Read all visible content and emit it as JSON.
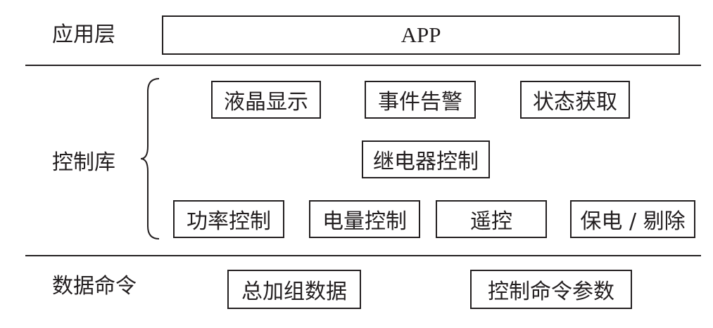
{
  "layers": {
    "app_layer": {
      "label": "应用层",
      "boxes": [
        "APP"
      ]
    },
    "control_library": {
      "label": "控制库",
      "row1": [
        "液晶显示",
        "事件告警",
        "状态获取"
      ],
      "row2": [
        "继电器控制"
      ],
      "row3": [
        "功率控制",
        "电量控制",
        "遥控",
        "保电 / 剔除"
      ]
    },
    "data_commands": {
      "label": "数据命令",
      "boxes": [
        "总加组数据",
        "控制命令参数"
      ]
    }
  },
  "colors": {
    "line": "#231f20",
    "background": "#ffffff"
  }
}
